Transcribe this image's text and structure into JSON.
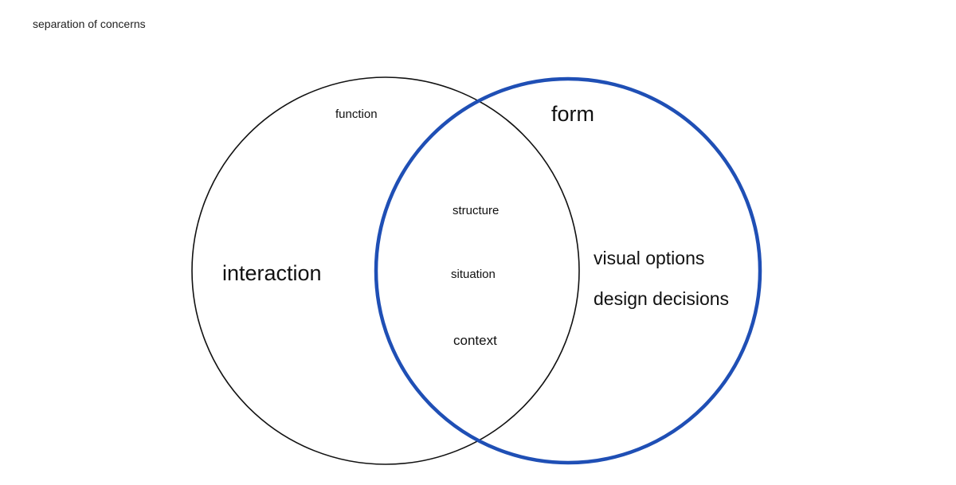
{
  "slide": {
    "title": "separation of concerns"
  },
  "venn": {
    "left_circle": {
      "label": "interaction",
      "top_label": "function",
      "stroke_color": "#111111"
    },
    "right_circle": {
      "label": "form",
      "items": [
        "visual options",
        "design decisions"
      ],
      "stroke_color": "#1f4fb5"
    },
    "overlap": {
      "items": [
        "structure",
        "situation",
        "context"
      ]
    }
  }
}
